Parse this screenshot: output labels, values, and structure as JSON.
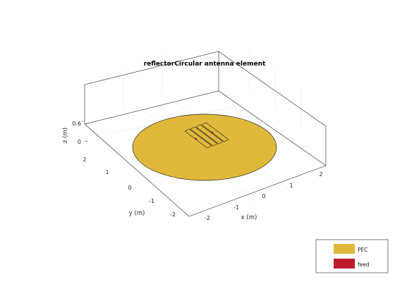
{
  "title": "reflectorCircular antenna element",
  "axes": {
    "xlabel": "x (m)",
    "ylabel": "y (m)",
    "zlabel": "z (m)",
    "x_ticks": [
      "-2",
      "-1",
      "0",
      "1",
      "2"
    ],
    "y_ticks": [
      "2",
      "1",
      "0",
      "-1",
      "-2"
    ],
    "z_ticks": [
      "0",
      "0.6"
    ]
  },
  "colors": {
    "pec": "#e0b83a",
    "feed": "#bd1b2c",
    "outline": "#262626"
  },
  "legend": {
    "items": [
      {
        "label": "PEC",
        "color": "#e0b83a"
      },
      {
        "label": "feed",
        "color": "#bd1b2c"
      }
    ]
  }
}
